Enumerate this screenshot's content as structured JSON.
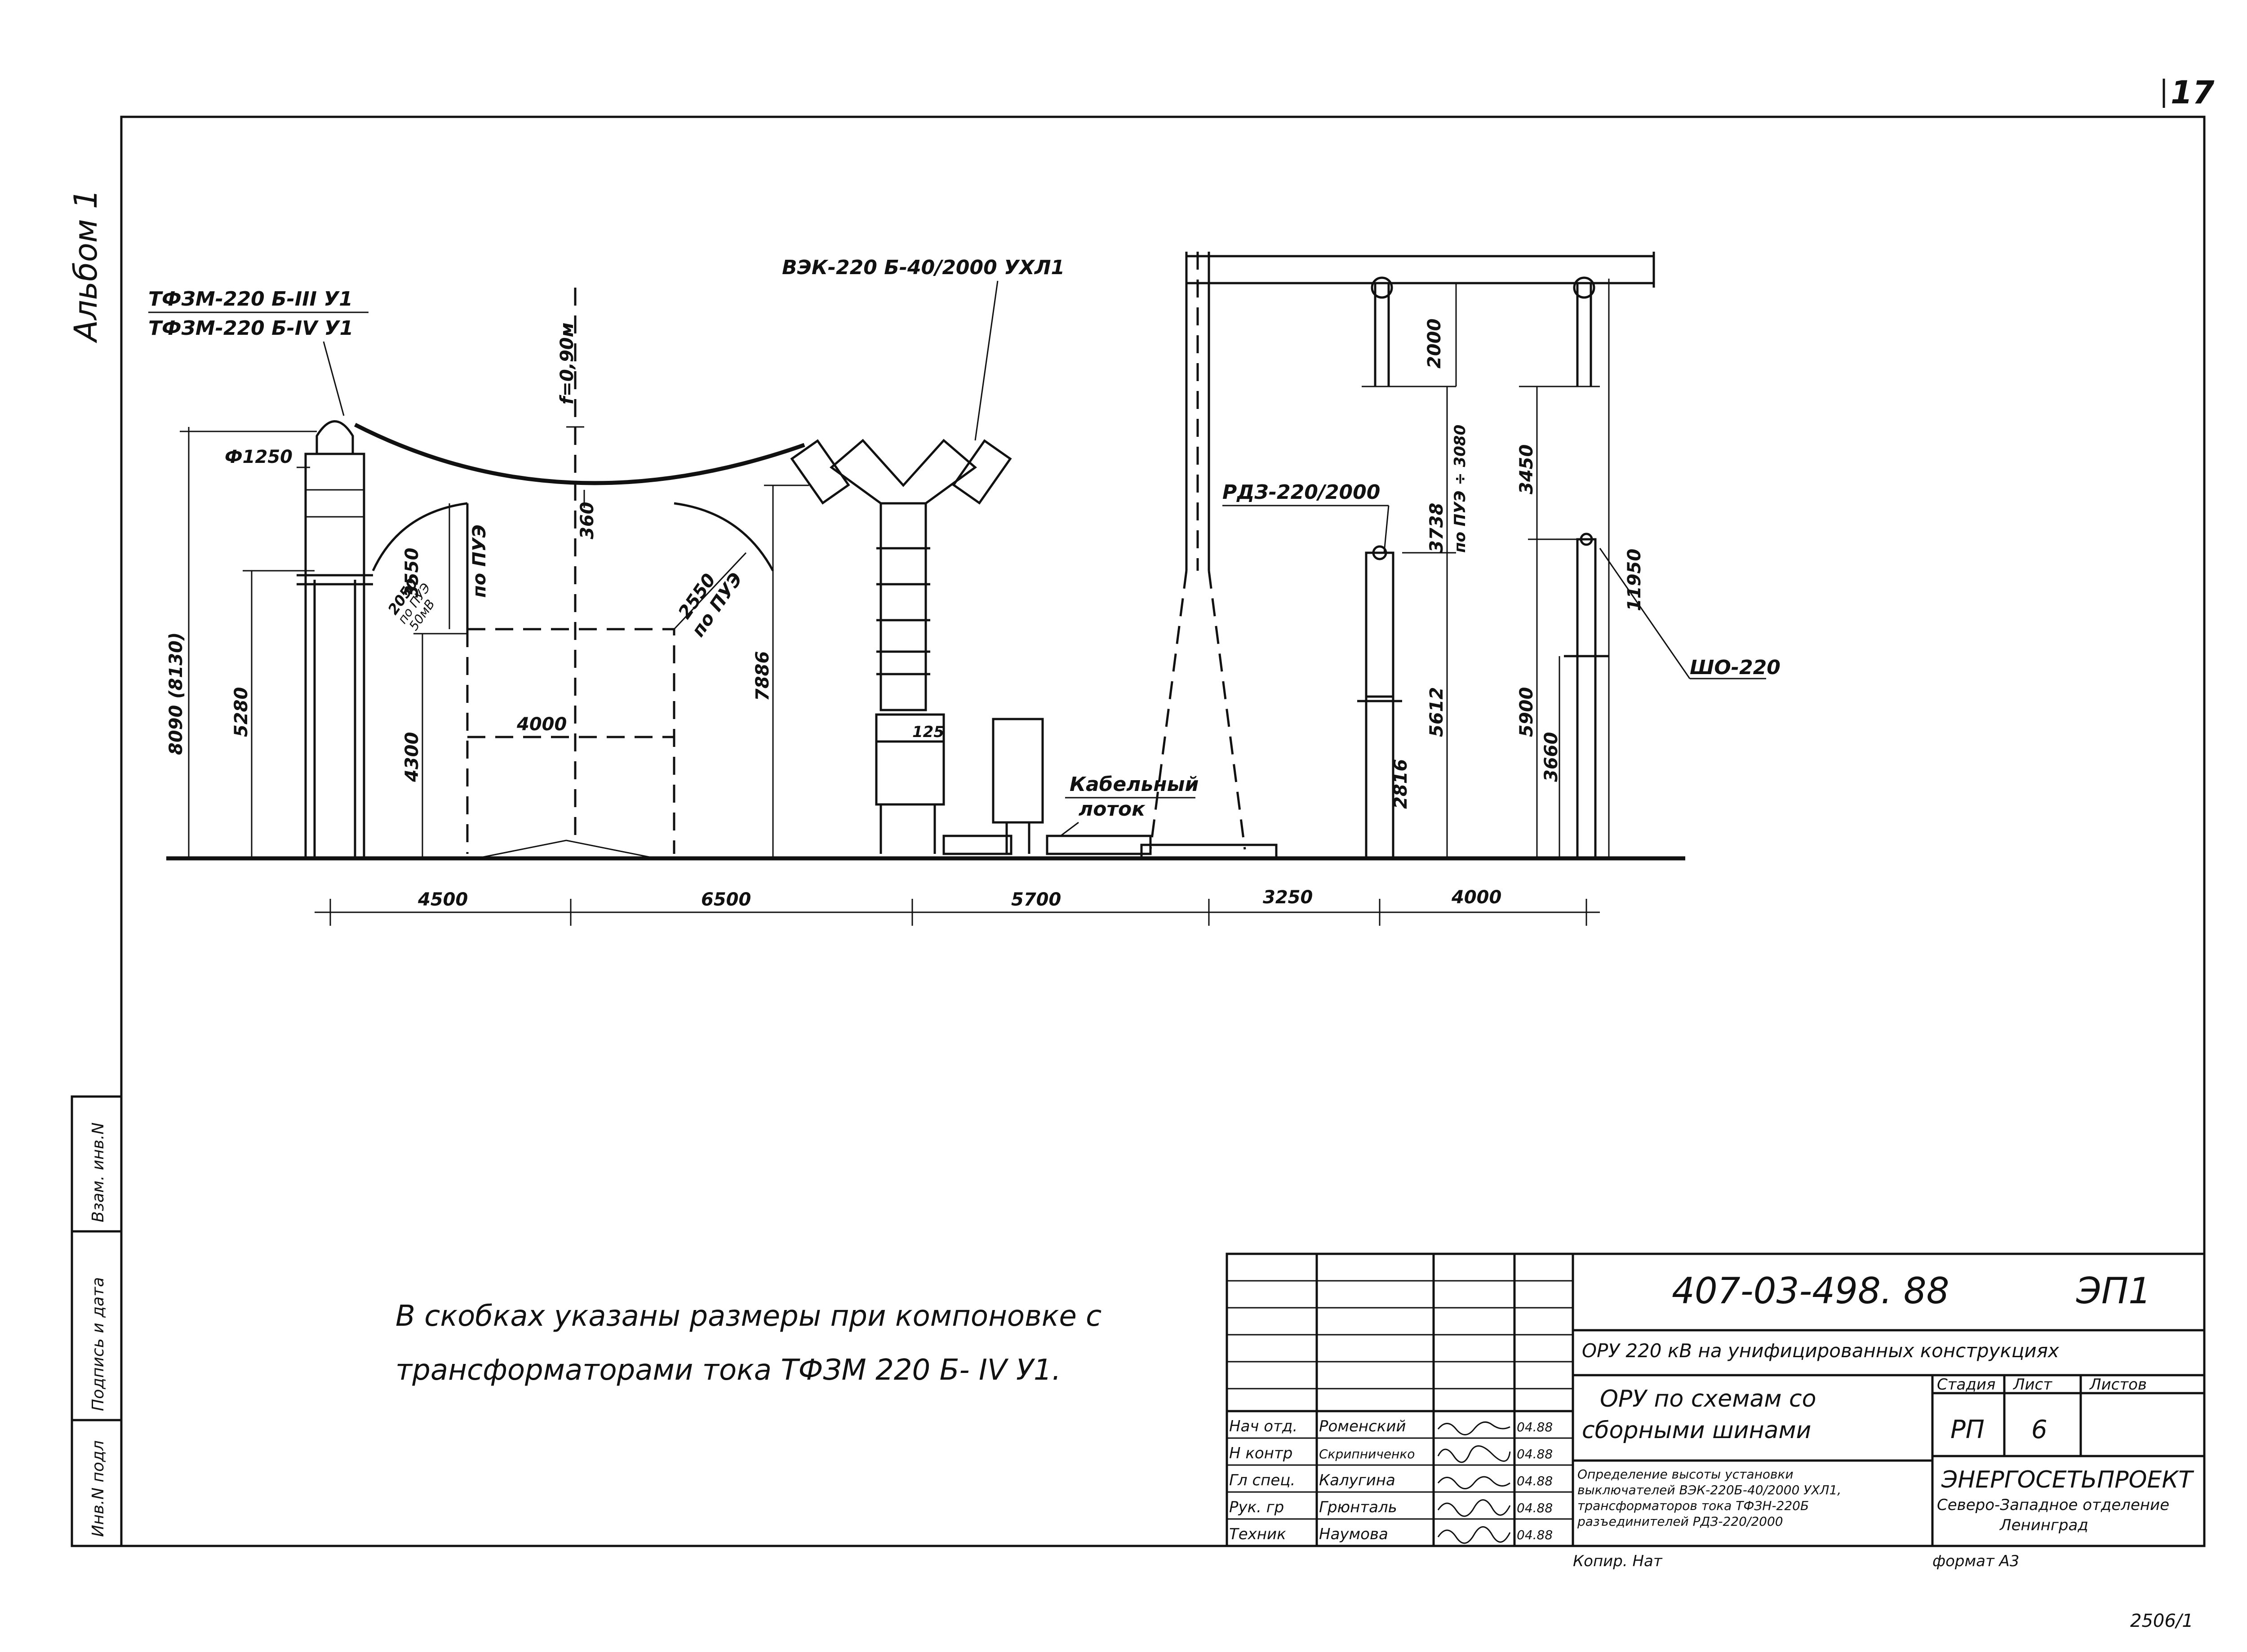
{
  "page_number": "17",
  "album_label": "Альбом 1",
  "equipment_labels": {
    "ct_top": "ТФЗМ-220 Б-III У1",
    "ct_bottom": "ТФЗМ-220 Б-IV У1",
    "breaker": "ВЭК-220 Б-40/2000 УХЛ1",
    "disconnector": "РДЗ-220/2000",
    "support_insulator": "ШО-220",
    "cable_tray_1": "Кабельный",
    "cable_tray_2": "лоток"
  },
  "dimensions": {
    "phi": "Ф1250",
    "sag": "f=0,90м",
    "h_8090": "8090 (8130)",
    "h_5280": "5280",
    "h_4300": "4300",
    "h_3550": "3550",
    "h_3550_note": "по ПУЭ",
    "h_2050": "2050",
    "h_2050_note1": "по ПУЭ",
    "h_2050_note2": "50мВ",
    "h_360": "360",
    "w_4000_mid": "4000",
    "h_2550": "2550",
    "h_2550_note": "по ПУЭ",
    "h_7886": "7886",
    "h_125": "125",
    "h_2000": "2000",
    "h_3738": "3738",
    "h_3738_note": "по ПУЭ ÷ 3080",
    "h_3450": "3450",
    "h_11950": "11950",
    "h_5612": "5612",
    "h_2816": "2816",
    "h_5900": "5900",
    "h_3660": "3660",
    "x_4500": "4500",
    "x_6500": "6500",
    "x_5700": "5700",
    "x_3250": "3250",
    "x_4000": "4000"
  },
  "note": {
    "line1": "В скобках указаны размеры при компоновке с",
    "line2": "трансформаторами тока ТФЗМ 220 Б- IV У1."
  },
  "side_stamp": {
    "inv_orig": "Инв.N подл",
    "sign_date": "Подпись и дата",
    "inv_replace": "Взам. инв.N"
  },
  "title_block": {
    "doc_code": "407-03-498. 88",
    "doc_suffix": "ЭП1",
    "project": "ОРУ 220 кВ на унифицированных конструкциях",
    "subject_line1": "ОРУ по схемам со",
    "subject_line2": "сборными шинами",
    "drawing_title_1": "Определение высоты установки",
    "drawing_title_2": "выключателей ВЭК-220Б-40/2000 УХЛ1,",
    "drawing_title_3": "трансформаторов тока ТФЗН-220Б",
    "drawing_title_4": "разъединителей РДЗ-220/2000",
    "stage_header": "Стадия",
    "sheet_header": "Лист",
    "sheets_header": "Листов",
    "stage_value": "РП",
    "sheet_value": "6",
    "org_name": "ЭНЕРГОСЕТЬПРОЕКТ",
    "org_branch": "Северо-Западное отделение",
    "org_city": "Ленинград",
    "copied_by": "Копир. Нат",
    "format": "формат А3",
    "staff": [
      {
        "role": "Нач отд.",
        "name": "Роменский",
        "date": "04.88"
      },
      {
        "role": "Н контр",
        "name": "Скрипниченко",
        "date": "04.88"
      },
      {
        "role": "Гл спец.",
        "name": "Калугина",
        "date": "04.88"
      },
      {
        "role": "Рук. гр",
        "name": "Грюнталь",
        "date": "04.88"
      },
      {
        "role": "Техник",
        "name": "Наумова",
        "date": "04.88"
      }
    ]
  },
  "archive_number": "2506/1"
}
